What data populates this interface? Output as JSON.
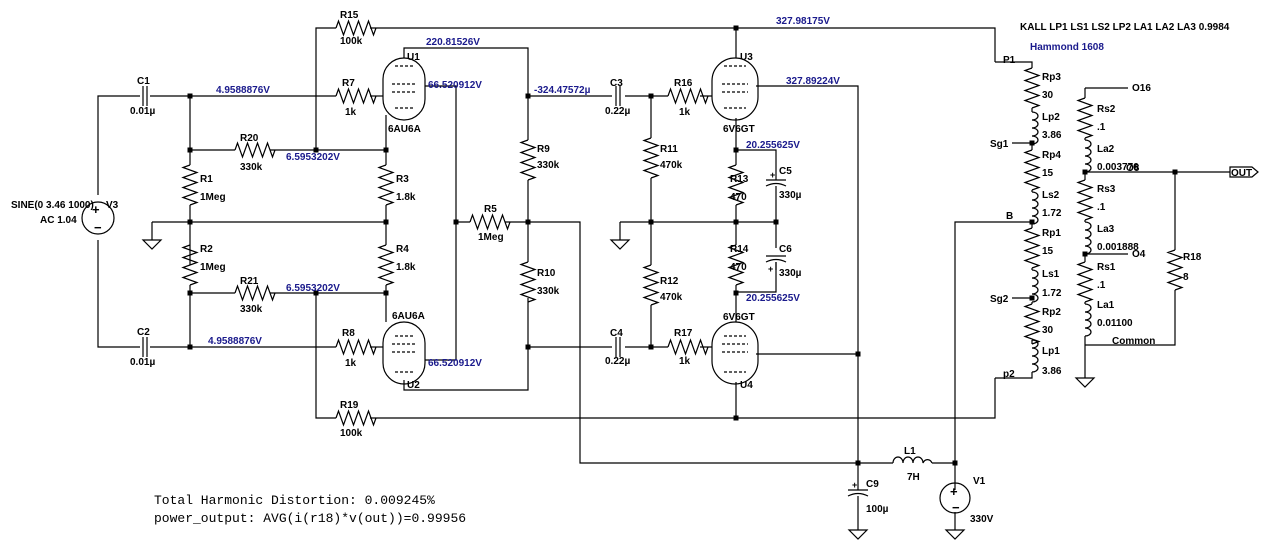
{
  "header": {
    "kall": "KALL LP1 LS1 LS2 LP2 LA1 LA2 LA3 0.9984",
    "transformer": "Hammond 1608"
  },
  "source": {
    "name": "V3",
    "spec": "SINE(0 3.46 1000)",
    "ac": "AC 1.04"
  },
  "components": {
    "C1": {
      "name": "C1",
      "value": "0.01µ"
    },
    "C2": {
      "name": "C2",
      "value": "0.01µ"
    },
    "C3": {
      "name": "C3",
      "value": "0.22µ"
    },
    "C4": {
      "name": "C4",
      "value": "0.22µ"
    },
    "C5": {
      "name": "C5",
      "value": "330µ"
    },
    "C6": {
      "name": "C6",
      "value": "330µ"
    },
    "C9": {
      "name": "C9",
      "value": "100µ"
    },
    "R1": {
      "name": "R1",
      "value": "1Meg"
    },
    "R2": {
      "name": "R2",
      "value": "1Meg"
    },
    "R3": {
      "name": "R3",
      "value": "1.8k"
    },
    "R4": {
      "name": "R4",
      "value": "1.8k"
    },
    "R5": {
      "name": "R5",
      "value": "1Meg"
    },
    "R7": {
      "name": "R7",
      "value": "1k"
    },
    "R8": {
      "name": "R8",
      "value": "1k"
    },
    "R9": {
      "name": "R9",
      "value": "330k"
    },
    "R10": {
      "name": "R10",
      "value": "330k"
    },
    "R11": {
      "name": "R11",
      "value": "470k"
    },
    "R12": {
      "name": "R12",
      "value": "470k"
    },
    "R13": {
      "name": "R13",
      "value": "470"
    },
    "R14": {
      "name": "R14",
      "value": "470"
    },
    "R15": {
      "name": "R15",
      "value": "100k"
    },
    "R16": {
      "name": "R16",
      "value": "1k"
    },
    "R17": {
      "name": "R17",
      "value": "1k"
    },
    "R18": {
      "name": "R18",
      "value": "8"
    },
    "R19": {
      "name": "R19",
      "value": "100k"
    },
    "R20": {
      "name": "R20",
      "value": "330k"
    },
    "R21": {
      "name": "R21",
      "value": "330k"
    },
    "L1": {
      "name": "L1",
      "value": "7H"
    },
    "V1": {
      "name": "V1",
      "value": "330V"
    }
  },
  "tubes": {
    "U1": {
      "name": "U1",
      "type": "6AU6A"
    },
    "U2": {
      "name": "U2",
      "type": "6AU6A"
    },
    "U3": {
      "name": "U3",
      "type": "6V6GT"
    },
    "U4": {
      "name": "U4",
      "type": "6V6GT"
    }
  },
  "voltages": {
    "in_top": "4.9588876V",
    "in_bot": "4.9588876V",
    "r20": "6.5953202V",
    "r21": "6.5953202V",
    "u1_plate": "220.81526V",
    "u1_screen": "66.520912V",
    "u2_screen": "66.520912V",
    "c3": "-324.47572µ",
    "b_plus": "327.98175V",
    "u3_screen": "327.89224V",
    "cath_top": "20.255625V",
    "cath_bot": "20.255625V"
  },
  "transformer_parts": {
    "P1": "P1",
    "p2": "p2",
    "Sg1": "Sg1",
    "Sg2": "Sg2",
    "B": "B",
    "Rp3": {
      "name": "Rp3",
      "value": "30"
    },
    "Lp2": {
      "name": "Lp2",
      "value": "3.86"
    },
    "Rp4": {
      "name": "Rp4",
      "value": "15"
    },
    "Ls2": {
      "name": "Ls2",
      "value": "1.72"
    },
    "Rp1": {
      "name": "Rp1",
      "value": "15"
    },
    "Ls1": {
      "name": "Ls1",
      "value": "1.72"
    },
    "Rp2": {
      "name": "Rp2",
      "value": "30"
    },
    "Lp1": {
      "name": "Lp1",
      "value": "3.86"
    },
    "O16": "O16",
    "O8": "O8",
    "O4": "O4",
    "Common": "Common",
    "Rs2": {
      "name": "Rs2",
      "value": ".1"
    },
    "La2": {
      "name": "La2",
      "value": "0.003776"
    },
    "Rs3": {
      "name": "Rs3",
      "value": ".1"
    },
    "La3": {
      "name": "La3",
      "value": "0.001888"
    },
    "Rs1": {
      "name": "Rs1",
      "value": ".1"
    },
    "La1": {
      "name": "La1",
      "value": "0.01100"
    },
    "OUT": "OUT"
  },
  "directives": {
    "thd": "Total Harmonic Distortion: 0.009245%",
    "power": "power_output: AVG(i(r18)*v(out))=0.99956"
  }
}
